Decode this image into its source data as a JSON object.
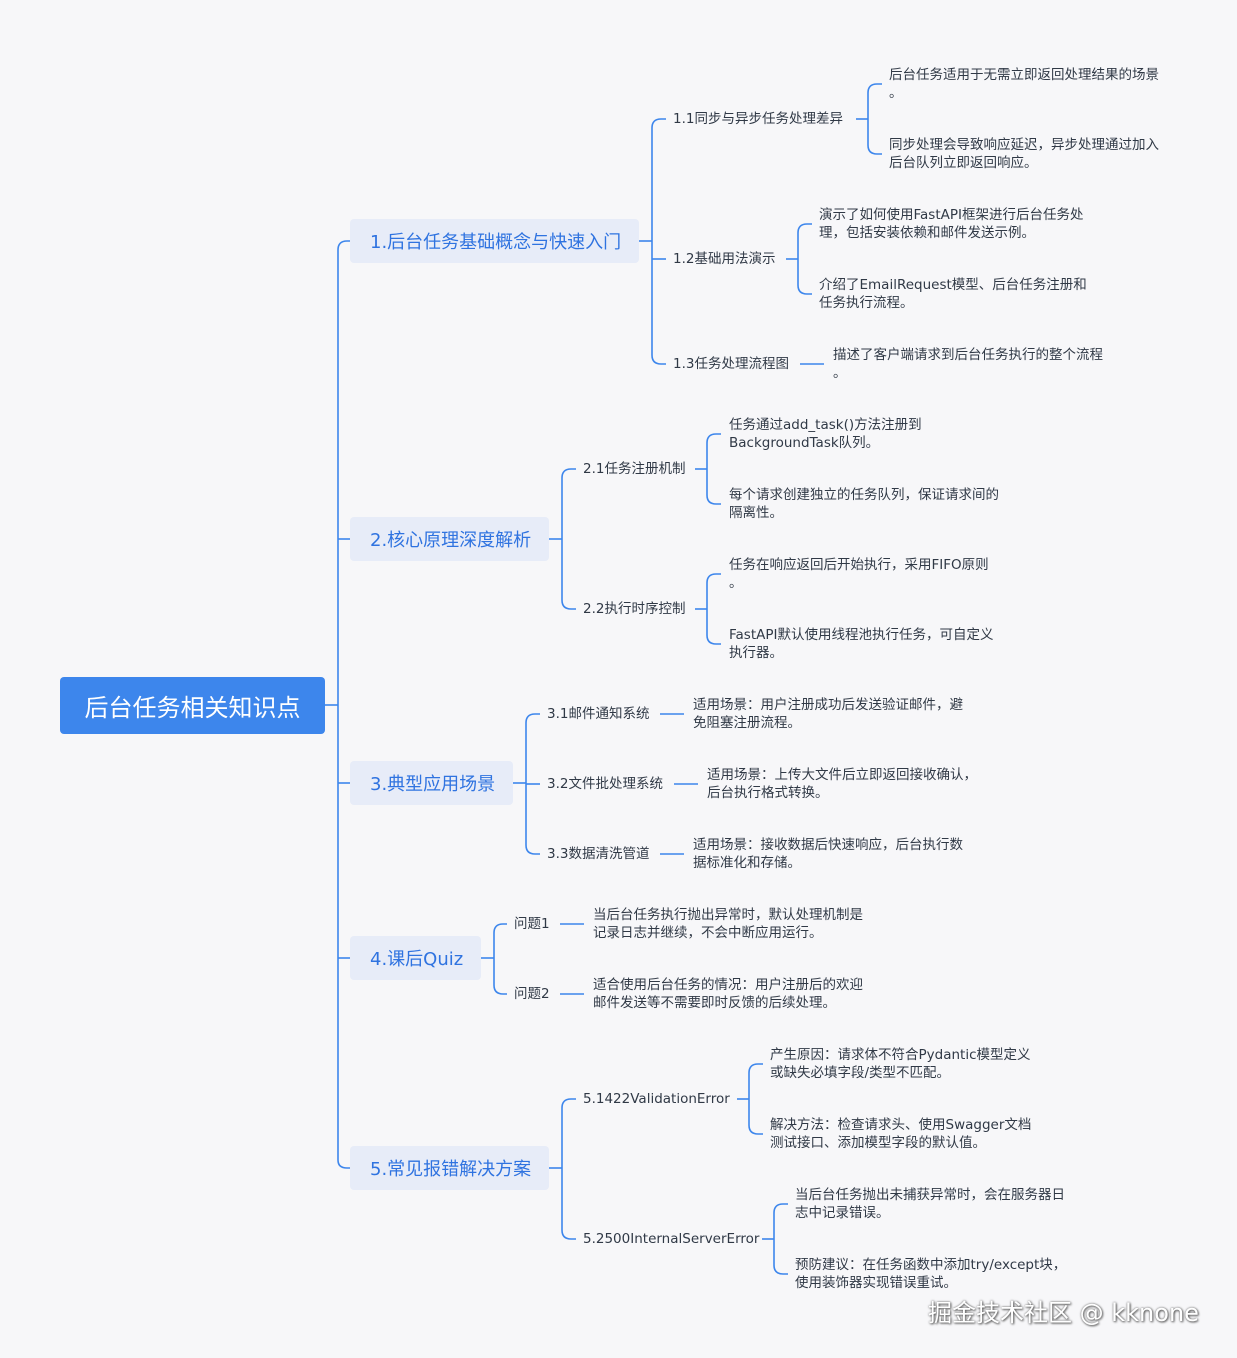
{
  "root": "后台任务相关知识点",
  "colors": {
    "line": "#3d86ec",
    "root_bg": "#3d86ec",
    "branch_bg": "#e7ecf8",
    "branch_text": "#2f73e0"
  },
  "branches": [
    {
      "label": "1.后台任务基础概念与快速入门",
      "children": [
        {
          "label": "1.1同步与异步任务处理差异",
          "leaves": [
            "后台任务适用于无需立即返回处理结果的场景\n。",
            "同步处理会导致响应延迟，异步处理通过加入\n后台队列立即返回响应。"
          ]
        },
        {
          "label": "1.2基础用法演示",
          "leaves": [
            "演示了如何使用FastAPI框架进行后台任务处\n理，包括安装依赖和邮件发送示例。",
            "介绍了EmailRequest模型、后台任务注册和\n任务执行流程。"
          ]
        },
        {
          "label": "1.3任务处理流程图",
          "leaves": [
            "描述了客户端请求到后台任务执行的整个流程\n。"
          ]
        }
      ]
    },
    {
      "label": "2.核心原理深度解析",
      "children": [
        {
          "label": "2.1任务注册机制",
          "leaves": [
            "任务通过add_task()方法注册到\nBackgroundTask队列。",
            "每个请求创建独立的任务队列，保证请求间的\n隔离性。"
          ]
        },
        {
          "label": "2.2执行时序控制",
          "leaves": [
            "任务在响应返回后开始执行，采用FIFO原则\n。",
            "FastAPI默认使用线程池执行任务，可自定义\n执行器。"
          ]
        }
      ]
    },
    {
      "label": "3.典型应用场景",
      "children": [
        {
          "label": "3.1邮件通知系统",
          "leaves": [
            "适用场景：用户注册成功后发送验证邮件，避\n免阻塞注册流程。"
          ]
        },
        {
          "label": "3.2文件批处理系统",
          "leaves": [
            "适用场景：上传大文件后立即返回接收确认，\n后台执行格式转换。"
          ]
        },
        {
          "label": "3.3数据清洗管道",
          "leaves": [
            "适用场景：接收数据后快速响应，后台执行数\n据标准化和存储。"
          ]
        }
      ]
    },
    {
      "label": "4.课后Quiz",
      "children": [
        {
          "label": "问题1",
          "leaves": [
            "当后台任务执行抛出异常时，默认处理机制是\n记录日志并继续，不会中断应用运行。"
          ]
        },
        {
          "label": "问题2",
          "leaves": [
            "适合使用后台任务的情况：用户注册后的欢迎\n邮件发送等不需要即时反馈的后续处理。"
          ]
        }
      ]
    },
    {
      "label": "5.常见报错解决方案",
      "children": [
        {
          "label": "5.1422ValidationError",
          "leaves": [
            "产生原因：请求体不符合Pydantic模型定义\n或缺失必填字段/类型不匹配。",
            "解决方法：检查请求头、使用Swagger文档\n测试接口、添加模型字段的默认值。"
          ]
        },
        {
          "label": "5.2500InternalServerError",
          "leaves": [
            "当后台任务抛出未捕获异常时，会在服务器日\n志中记录错误。",
            "预防建议：在任务函数中添加try/except块，\n使用装饰器实现错误重试。"
          ]
        }
      ]
    }
  ],
  "watermark": "掘金技术社区 @ kknone"
}
